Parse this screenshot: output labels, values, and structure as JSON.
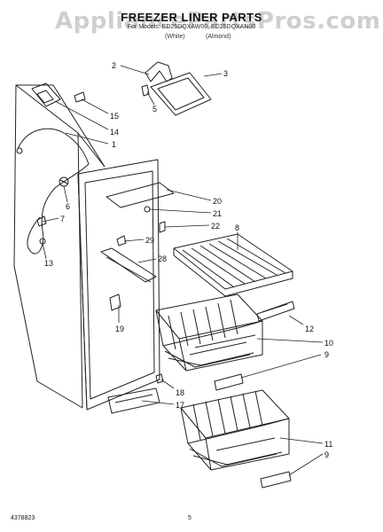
{
  "watermark": "AppliancePartsPros.com",
  "header": {
    "title": "FREEZER LINER PARTS",
    "models": "For Models: ED25DQXAW00, ED25DQXAN00",
    "color_white": "(White)",
    "color_almond": "(Almond)"
  },
  "callouts": {
    "c1": "1",
    "c2": "2",
    "c3": "3",
    "c5": "5",
    "c6": "6",
    "c7": "7",
    "c8": "8",
    "c9a": "9",
    "c9b": "9",
    "c10": "10",
    "c11": "11",
    "c12": "12",
    "c13": "13",
    "c14": "14",
    "c15": "15",
    "c17": "17",
    "c18": "18",
    "c19": "19",
    "c20": "20",
    "c21": "21",
    "c22": "22",
    "c28": "28",
    "c29": "29"
  },
  "footer": {
    "doc_number": "4378823",
    "page": "5"
  }
}
